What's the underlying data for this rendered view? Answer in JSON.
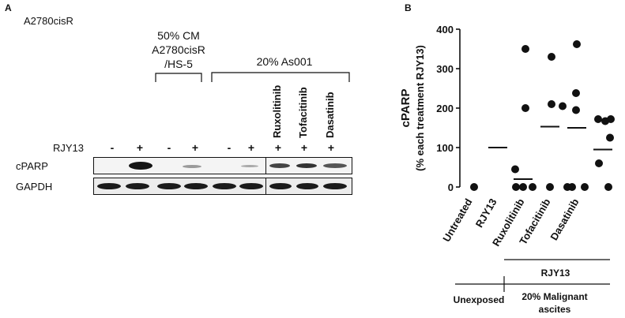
{
  "panel_a": {
    "letter": "A",
    "cell_line": "A2780cisR",
    "group_cm": [
      "50% CM",
      "A2780cisR",
      "/HS-5"
    ],
    "group_as": "20% As001",
    "inhibitors": [
      "Ruxolitinib",
      "Tofacitinib",
      "Dasatinib"
    ],
    "row_rjy13": "RJY13",
    "row_cparp": "cPARP",
    "row_gapdh": "GAPDH",
    "signs": [
      "-",
      "+",
      "-",
      "+",
      "-",
      "+",
      "+",
      "+",
      "+"
    ]
  },
  "panel_b": {
    "letter": "B"
  },
  "chart_data": {
    "type": "scatter",
    "ylabel_line1": "cPARP",
    "ylabel_line2": "(% each treatment RJY13)",
    "ylim": [
      0,
      400
    ],
    "yticks": [
      0,
      100,
      200,
      300,
      400
    ],
    "categories": [
      "Untreated",
      "RJY13",
      "Ruxolitinib",
      "Tofacitinib",
      "Dasatinib"
    ],
    "points": [
      {
        "category": "Untreated",
        "values": [
          0
        ]
      },
      {
        "category": "RJY13",
        "values": []
      },
      {
        "category": "Ruxolitinib",
        "values": [
          350,
          200,
          45,
          0,
          0,
          0
        ]
      },
      {
        "category": "Tofacitinib",
        "values": [
          330,
          210,
          205,
          0,
          0
        ]
      },
      {
        "category": "Dasatinib",
        "values": [
          362,
          238,
          195,
          175,
          0,
          0,
          0
        ]
      },
      {
        "category": "Dasatinib2",
        "values": [
          172,
          167,
          125,
          60,
          0
        ]
      }
    ],
    "means": {
      "RJY13": 100,
      "Ruxolitinib": 20,
      "Tofacitinib": 153,
      "Dasatinib": 150,
      "Dasatinib2": 95
    },
    "grouping": {
      "rjy13_bracket": "RJY13",
      "unexposed": "Unexposed",
      "malignant_line1": "20% Malignant",
      "malignant_line2": "ascites"
    }
  }
}
